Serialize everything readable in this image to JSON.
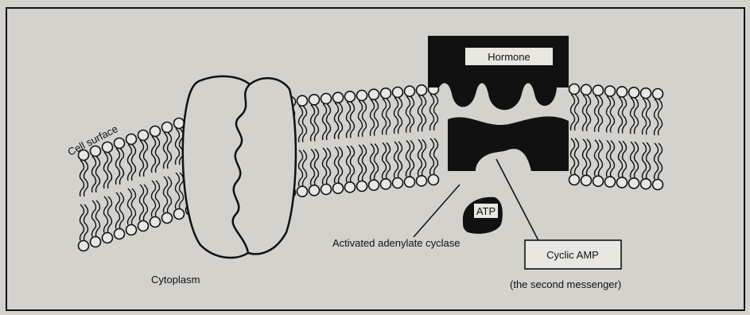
{
  "labels": {
    "cell_surface": "Cell surface",
    "hormone": "Hormone",
    "atp": "ATP",
    "adenylate_cyclase": "Activated adenylate cyclase",
    "cyclic_amp": "Cyclic AMP",
    "second_messenger": "(the second messenger)",
    "cytoplasm": "Cytoplasm"
  },
  "colors": {
    "background": "#d3d2cc",
    "ink": "#111111",
    "box_fill": "#e8e7e1"
  }
}
